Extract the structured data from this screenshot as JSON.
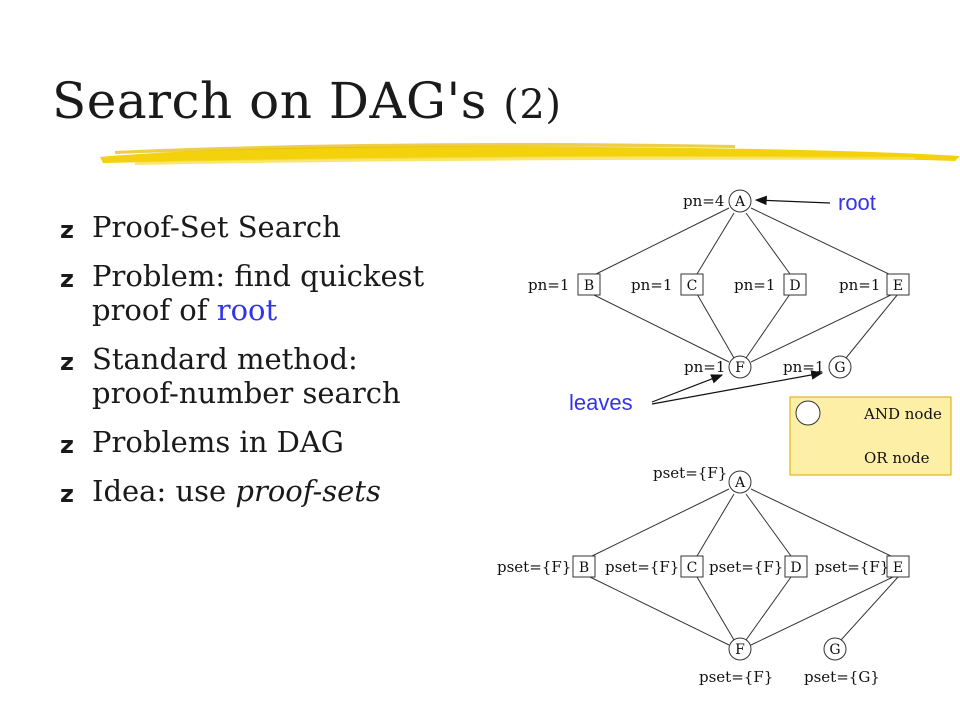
{
  "title": {
    "main": "Search on DAG's ",
    "suffix": "(2)"
  },
  "bullets": [
    {
      "line1": "Proof-Set Search"
    },
    {
      "line1": "Problem: find quickest",
      "line2_text": "proof of ",
      "line2_highlight": "root"
    },
    {
      "line1": "Standard method:",
      "line2_text": "proof-number search"
    },
    {
      "line1": "Problems in DAG"
    },
    {
      "line1_text": "Idea: use ",
      "line1_em": "proof-sets"
    }
  ],
  "bullet_marker": "z",
  "diagram_top": {
    "nodes": {
      "A": "A",
      "B": "B",
      "C": "C",
      "D": "D",
      "E": "E",
      "F": "F",
      "G": "G"
    },
    "labels": {
      "A": "pn=4",
      "B": "pn=1",
      "C": "pn=1",
      "D": "pn=1",
      "E": "pn=1",
      "F": "pn=1",
      "G": "pn=1"
    },
    "annotations": {
      "root": "root",
      "leaves": "leaves"
    }
  },
  "legend": {
    "and_label": "AND node",
    "or_label": "OR node",
    "background": "#fdf0a6",
    "border": "#d9a600"
  },
  "diagram_bottom": {
    "nodes": {
      "A": "A",
      "B": "B",
      "C": "C",
      "D": "D",
      "E": "E",
      "F": "F",
      "G": "G"
    },
    "labels": {
      "A": "pset={F}",
      "B": "pset={F}",
      "C": "pset={F}",
      "D": "pset={F}",
      "E": "pset={F}",
      "F": "pset={F}",
      "G": "pset={G}"
    }
  },
  "colors": {
    "highlight": "#3333ee",
    "underline": "#f2d000"
  }
}
